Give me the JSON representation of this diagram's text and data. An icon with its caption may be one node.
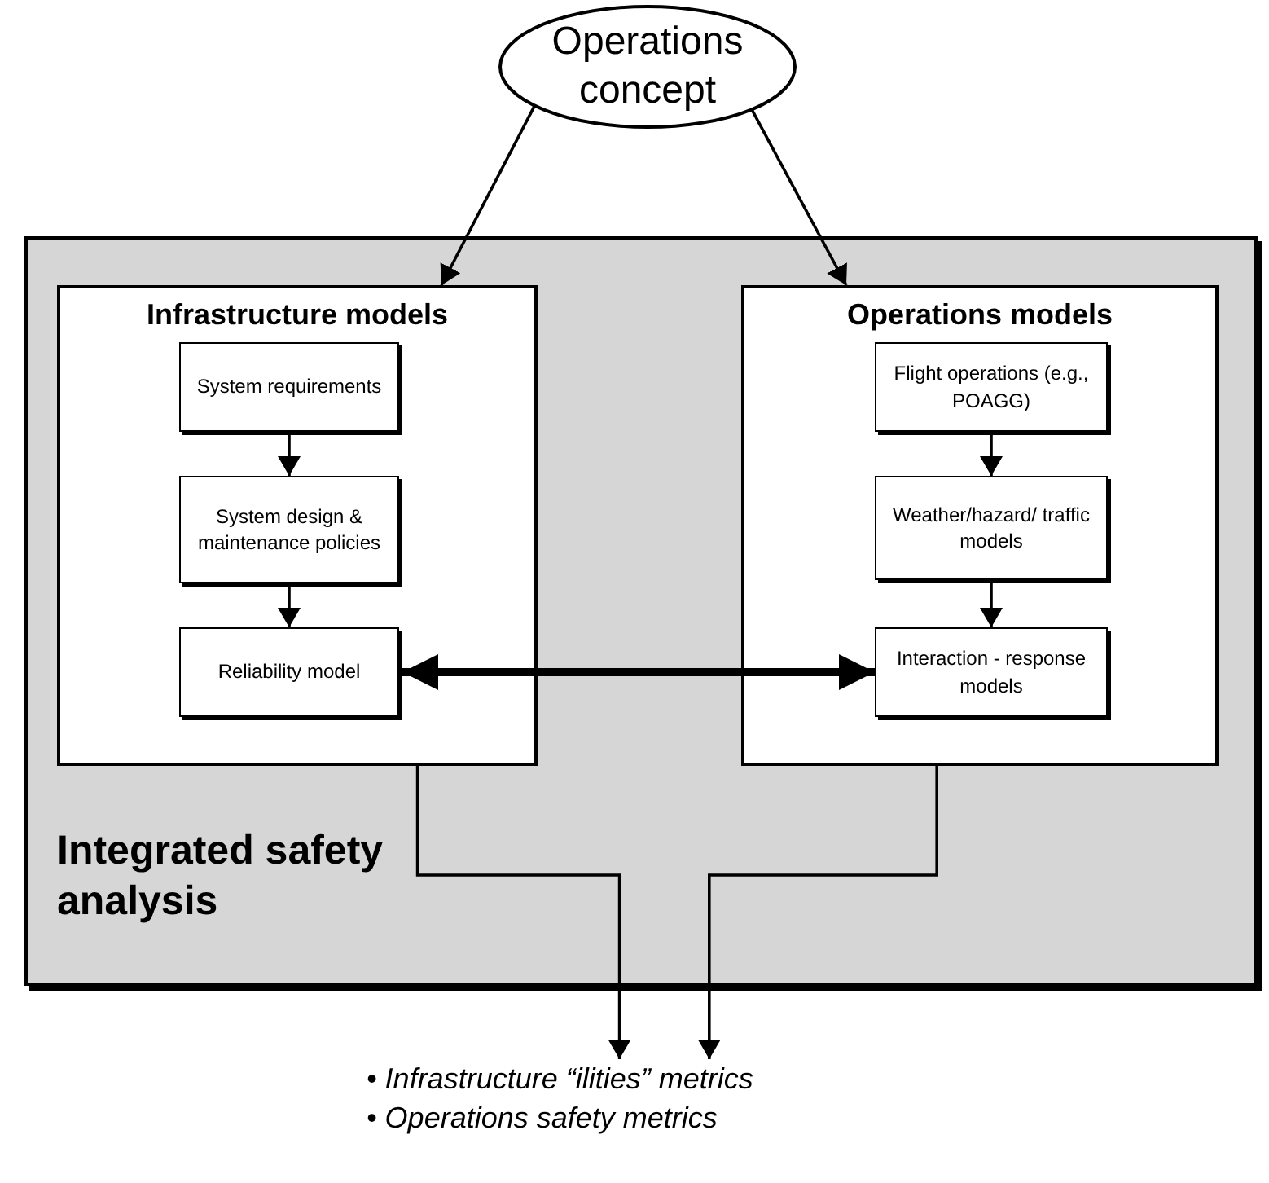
{
  "diagram": {
    "nodes": [
      {
        "text": [
          "Operations concept"
        ]
      },
      {
        "text": [
          "Integrated safety analysis"
        ]
      },
      {
        "text": [
          "Infrastructure models"
        ],
        "in": 1
      },
      {
        "text": [
          "System requirements"
        ],
        "in": 2
      },
      {
        "text": [
          "System design & maintenance policies"
        ],
        "in": 2
      },
      {
        "text": [
          "Reliability model"
        ],
        "in": 2
      },
      {
        "text": [
          "Operations models"
        ],
        "in": 1
      },
      {
        "text": [
          "Flight operations (e.g., POAGG)"
        ],
        "in": 6
      },
      {
        "text": [
          "Weather/hazard/ traffic models"
        ],
        "in": 6
      },
      {
        "text": [
          "Interaction - response models"
        ],
        "in": 6
      },
      {
        "text": [
          "• Infrastructure “ilities” metrics",
          "• Operations safety metrics"
        ]
      }
    ],
    "edges": [
      {
        "from": 0,
        "to": 2,
        "arrow": "to"
      },
      {
        "from": 0,
        "to": 6,
        "arrow": "to"
      },
      {
        "from": 3,
        "to": 4,
        "arrow": "to"
      },
      {
        "from": 4,
        "to": 5,
        "arrow": "to"
      },
      {
        "from": 7,
        "to": 8,
        "arrow": "to"
      },
      {
        "from": 8,
        "to": 9,
        "arrow": "to"
      },
      {
        "from": 5,
        "to": 9,
        "arrow": "both",
        "style": "thick"
      },
      {
        "from": 2,
        "to": 10,
        "arrow": "to"
      },
      {
        "from": 6,
        "to": 10,
        "arrow": "to"
      }
    ]
  }
}
